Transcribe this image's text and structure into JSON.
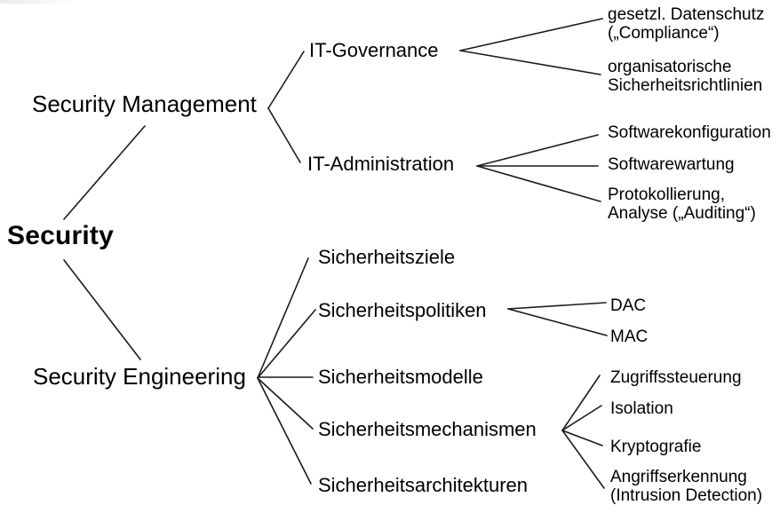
{
  "colors": {
    "background": "#ffffff",
    "text": "#000000",
    "line": "#1a1a1a"
  },
  "tree": {
    "label": "Security",
    "children": [
      {
        "label": "Security Management",
        "children": [
          {
            "label": "IT-Governance",
            "children": [
              {
                "label": "gesetzl. Datenschutz\n(„Compliance“)"
              },
              {
                "label": "organisatorische\nSicherheitsrichtlinien"
              }
            ]
          },
          {
            "label": "IT-Administration",
            "children": [
              {
                "label": "Softwarekonfiguration"
              },
              {
                "label": "Softwarewartung"
              },
              {
                "label": "Protokollierung,\nAnalyse („Auditing“)"
              }
            ]
          }
        ]
      },
      {
        "label": "Security Engineering",
        "children": [
          {
            "label": "Sicherheitsziele"
          },
          {
            "label": "Sicherheitspolitiken",
            "children": [
              {
                "label": "DAC"
              },
              {
                "label": "MAC"
              }
            ]
          },
          {
            "label": "Sicherheitsmodelle"
          },
          {
            "label": "Sicherheitsmechanismen",
            "children": [
              {
                "label": "Zugriffssteuerung"
              },
              {
                "label": "Isolation"
              },
              {
                "label": "Kryptografie"
              },
              {
                "label": "Angriffserkennung\n(Intrusion Detection)"
              }
            ]
          },
          {
            "label": "Sicherheitsarchitekturen"
          }
        ]
      }
    ]
  }
}
